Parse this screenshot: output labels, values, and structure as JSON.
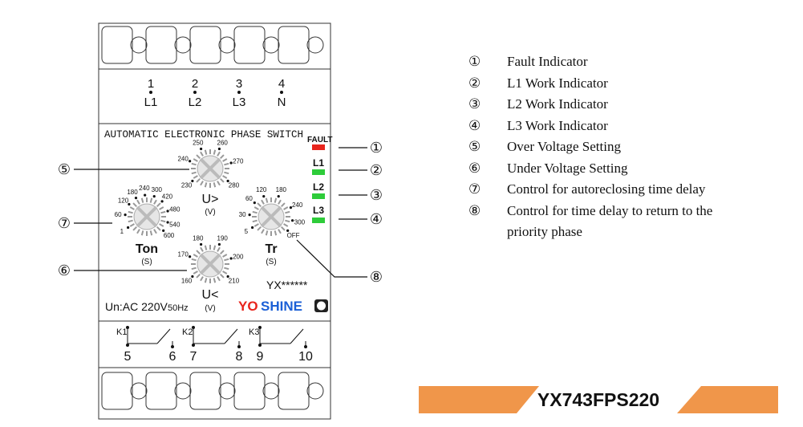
{
  "terminals_top": [
    {
      "num": "1",
      "label": "L1"
    },
    {
      "num": "2",
      "label": "L2"
    },
    {
      "num": "3",
      "label": "L3"
    },
    {
      "num": "4",
      "label": "N"
    }
  ],
  "device_title": "AUTOMATIC ELECTRONIC PHASE SWITCH",
  "indicators": [
    {
      "label": "FAULT",
      "color": "#e8241c"
    },
    {
      "label": "L1",
      "color": "#2ecc3a"
    },
    {
      "label": "L2",
      "color": "#2ecc3a"
    },
    {
      "label": "L3",
      "color": "#2ecc3a"
    }
  ],
  "knobs": {
    "over_voltage": {
      "name": "U>",
      "unit": "(V)",
      "ticks": [
        "230",
        "240",
        "250",
        "260",
        "270",
        "280"
      ]
    },
    "under_voltage": {
      "name": "U<",
      "unit": "(V)",
      "ticks": [
        "160",
        "170",
        "180",
        "190",
        "200",
        "210"
      ]
    },
    "ton": {
      "name": "Ton",
      "unit": "(S)",
      "ticks": [
        "1",
        "60",
        "120",
        "180",
        "240",
        "300",
        "420",
        "480",
        "540",
        "600"
      ]
    },
    "tr": {
      "name": "Tr",
      "unit": "(S)",
      "ticks": [
        "5",
        "30",
        "60",
        "120",
        "180",
        "240",
        "300",
        "OFF"
      ]
    }
  },
  "model_code": "YX******",
  "rating": "Un:AC 220V",
  "frequency": "50Hz",
  "brand": {
    "part1": "YO",
    "part2": "SHINE",
    "color1": "#e8241c",
    "color2": "#1b5fd6"
  },
  "relays": [
    "K1",
    "K2",
    "K3"
  ],
  "terminals_bottom": [
    "5",
    "6",
    "7",
    "8",
    "9",
    "10"
  ],
  "callouts": [
    "①",
    "②",
    "③",
    "④",
    "⑤",
    "⑥",
    "⑦",
    "⑧"
  ],
  "legend": [
    {
      "num": "①",
      "text": "Fault Indicator"
    },
    {
      "num": "②",
      "text": "L1 Work Indicator"
    },
    {
      "num": "③",
      "text": "L2 Work Indicator"
    },
    {
      "num": "④",
      "text": "L3 Work Indicator"
    },
    {
      "num": "⑤",
      "text": "Over Voltage Setting"
    },
    {
      "num": "⑥",
      "text": "Under Voltage Setting"
    },
    {
      "num": "⑦",
      "text": "Control for autoreclosing time delay"
    },
    {
      "num": "⑧",
      "text": "Control for time delay to return to the"
    },
    {
      "num": "",
      "text": "priority phase"
    }
  ],
  "product_model": "YX743FPS220",
  "banner_color": "#f0964a"
}
